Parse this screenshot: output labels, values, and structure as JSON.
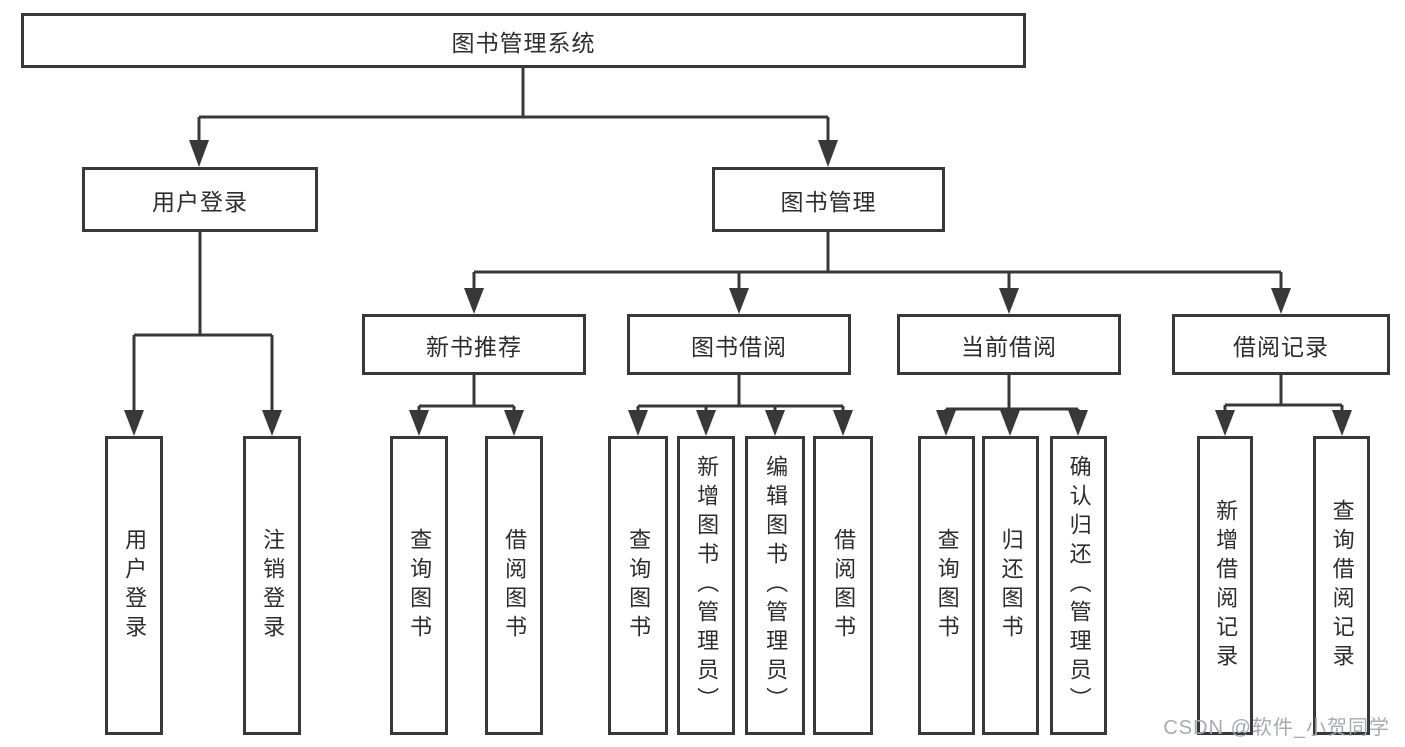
{
  "tree": {
    "label": "图书管理系统",
    "children": [
      {
        "label": "用户登录",
        "children": [
          {
            "label": "用户登录"
          },
          {
            "label": "注销登录"
          }
        ]
      },
      {
        "label": "图书管理",
        "children": [
          {
            "label": "新书推荐",
            "children": [
              {
                "label": "查询图书"
              },
              {
                "label": "借阅图书"
              }
            ]
          },
          {
            "label": "图书借阅",
            "children": [
              {
                "label": "查询图书"
              },
              {
                "label": "新增图书（管理员）"
              },
              {
                "label": "编辑图书（管理员）"
              },
              {
                "label": "借阅图书"
              }
            ]
          },
          {
            "label": "当前借阅",
            "children": [
              {
                "label": "查询图书"
              },
              {
                "label": "归还图书"
              },
              {
                "label": "确认归还（管理员）"
              }
            ]
          },
          {
            "label": "借阅记录",
            "children": [
              {
                "label": "新增借阅记录"
              },
              {
                "label": "查询借阅记录"
              }
            ]
          }
        ]
      }
    ]
  },
  "watermark": {
    "text": "CSDN @软件_小贺同学"
  },
  "colors": {
    "line": "#383838",
    "text": "#2d2d2d",
    "watermark": "#a6abb1",
    "background": "#ffffff"
  }
}
